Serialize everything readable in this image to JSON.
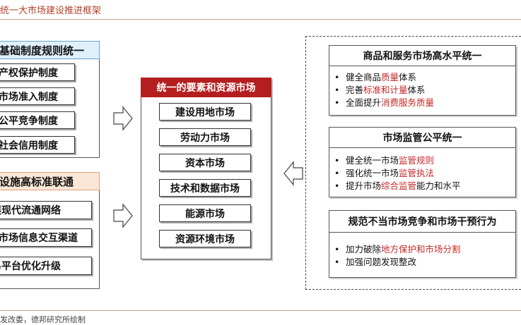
{
  "page_title": "统一大市场建设推进框架",
  "footer": "发改委，德邦研究所绘制",
  "left": {
    "group1": {
      "header": "基础制度规则统一",
      "items": [
        "产权保护制度",
        "市场准入制度",
        "公平竞争制度",
        "社会信用制度"
      ]
    },
    "group2": {
      "header": "设施高标准联通",
      "items": [
        "发展现代流通网络",
        "市场信息交互渠道",
        "交易平台优化升级"
      ]
    }
  },
  "center": {
    "header": "统一的要素和资源市场",
    "items": [
      "建设用地市场",
      "劳动力市场",
      "资本市场",
      "技术和数据市场",
      "能源市场",
      "资源环境市场"
    ]
  },
  "right": {
    "panel1": {
      "header": "商品和服务市场高水平统一",
      "bullets": [
        {
          "pre": "健全商品",
          "hl": "质量",
          "post": "体系"
        },
        {
          "pre": "完善",
          "hl": "标准和计量",
          "post": "体系"
        },
        {
          "pre": "全面提升",
          "hl": "消费服务质量",
          "post": ""
        }
      ]
    },
    "panel2": {
      "header": "市场监管公平统一",
      "bullets": [
        {
          "pre": "健全统一市场",
          "hl": "监管规则",
          "post": ""
        },
        {
          "pre": "强化统一市场",
          "hl": "监管执法",
          "post": ""
        },
        {
          "pre": "提升市场",
          "hl": "综合监管",
          "post": "能力和水平"
        }
      ]
    },
    "panel3": {
      "header": "规范不当市场竞争和市场干预行为",
      "bullets": [
        {
          "pre": "加力破除",
          "hl": "地方保护和市场分割",
          "post": ""
        },
        {
          "pre": "加强问题发现整改",
          "hl": "",
          "post": ""
        }
      ]
    }
  },
  "colors": {
    "accent_red": "#b41e1e",
    "highlight_red": "#c62828",
    "header_blue": "#dff0fb",
    "header_peach": "#fbe7d6"
  }
}
